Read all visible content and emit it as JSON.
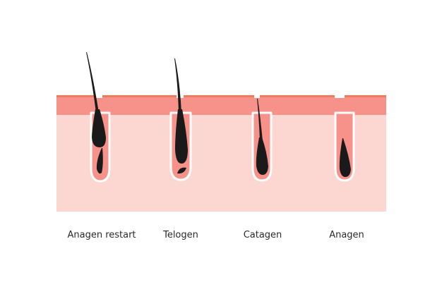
{
  "labels": {
    "stage1": "Anagen restart",
    "stage2": "Telogen",
    "stage3": "Catagen",
    "stage4": "Anagen"
  },
  "colors": {
    "background": "#ffffff",
    "epidermis": "#f7928a",
    "epidermis_edge": "#f27a5a",
    "dermis": "#fcd7d1",
    "follicle_outline": "#ffffff",
    "papilla": "#f7928a",
    "hair": "#1a1a1a"
  }
}
